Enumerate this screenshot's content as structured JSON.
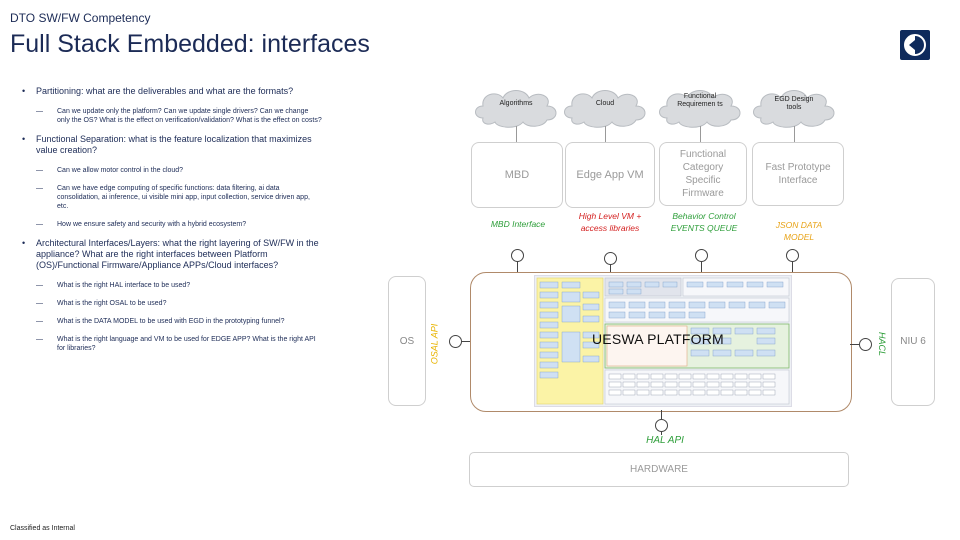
{
  "header": {
    "pretitle": "DTO SW/FW Competency",
    "title": "Full Stack Embedded: interfaces"
  },
  "footer": {
    "classification": "Classified as Internal"
  },
  "logo": {
    "icon": "electrolux-logo-icon",
    "color": "#0e2a5c"
  },
  "bullets": [
    {
      "level": 1,
      "text": "Partitioning: what are the deliverables and what are the formats?"
    },
    {
      "level": 2,
      "text": "Can we update only the platform? Can we update single drivers? Can we change only the OS? What is the effect on verification/validation? What is the effect on costs?"
    },
    {
      "level": 1,
      "text": "Functional Separation: what is the feature localization that maximizes value creation?"
    },
    {
      "level": 2,
      "text": "Can we allow motor control in the cloud?"
    },
    {
      "level": 2,
      "text": "Can we have edge computing of specific functions: data filtering, ai data consolidation, ai inference, ui visible mini app, input collection, service driven app, etc."
    },
    {
      "level": 2,
      "text": "How we ensure safety and security with a hybrid ecosystem?"
    },
    {
      "level": 1,
      "text": "Architectural Interfaces/Layers: what the right layering of SW/FW in the appliance? What are the right interfaces between Platform (OS)/Functional Firmware/Appliance APPs/Cloud interfaces?"
    },
    {
      "level": 2,
      "text": "What is the right HAL interface to be used?"
    },
    {
      "level": 2,
      "text": "What is the right OSAL to be used?"
    },
    {
      "level": 2,
      "text": "What is the DATA MODEL to be used with EGD in the prototyping funnel?"
    },
    {
      "level": 2,
      "text": "What is the right language and VM to be used for EDGE APP? What is the right API for libraries?"
    }
  ],
  "diagram": {
    "clouds": [
      "Algorithms",
      "Cloud",
      "Functional Requiremen ts",
      "EGD Design tools"
    ],
    "boxes": [
      "MBD",
      "Edge App VM",
      "Functional Category Specific Firmware",
      "Fast Prototype Interface"
    ],
    "interfaces": [
      {
        "text": "MBD Interface",
        "color": "#2e9e3a"
      },
      {
        "text": "High Level VM + access libraries",
        "color": "#d42020"
      },
      {
        "text": "Behavior Control EVENTS QUEUE",
        "color": "#2e9e3a"
      },
      {
        "text": "JSON DATA MODEL",
        "color": "#e8a317"
      }
    ],
    "os_label": "OS",
    "osal_api": "OSAL API",
    "platform_label": "UESWA PLATFORM",
    "hacl": "HACL",
    "niu_label": "NIU 6",
    "hal_api": "HAL API",
    "hardware_label": "HARDWARE",
    "colors": {
      "osal": "#e8b400",
      "hacl": "#2e9e3a",
      "hal_api": "#2e9e3a"
    }
  }
}
